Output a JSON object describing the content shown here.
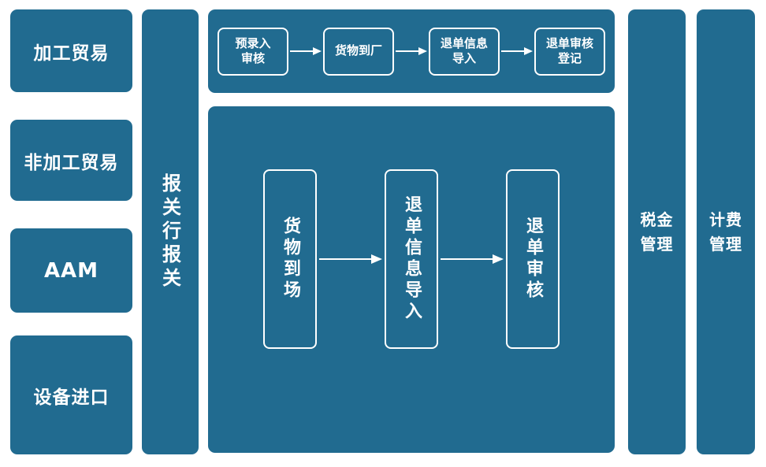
{
  "palette": {
    "block_color": "#216b90",
    "text_color": "#ffffff",
    "arrow_color": "#ffffff"
  },
  "left_nav": {
    "items": [
      {
        "label": "加工贸易"
      },
      {
        "label": "非加工贸易"
      },
      {
        "label": "AAM"
      },
      {
        "label": "设备进口"
      }
    ]
  },
  "broker_column": {
    "label": "报关行报关"
  },
  "top_flow": {
    "steps": [
      {
        "label": "预录入\n审核"
      },
      {
        "label": "货物到厂"
      },
      {
        "label": "退单信息\n导入"
      },
      {
        "label": "退单审核\n登记"
      }
    ]
  },
  "main_flow": {
    "steps": [
      {
        "label": "货物到场"
      },
      {
        "label": "退单信息导入"
      },
      {
        "label": "退单审核"
      }
    ]
  },
  "right_columns": {
    "items": [
      {
        "label": "税金\n管理"
      },
      {
        "label": "计费\n管理"
      }
    ]
  }
}
